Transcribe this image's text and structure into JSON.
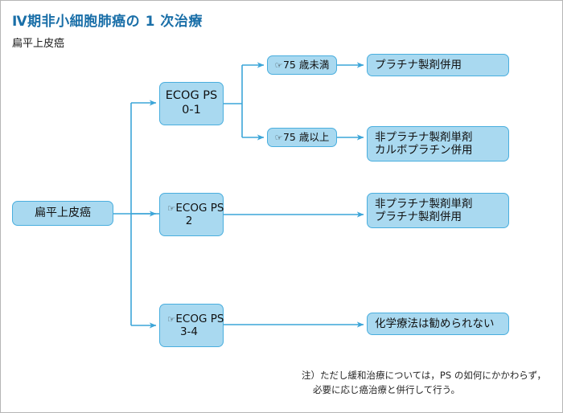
{
  "header": {
    "title": "Ⅳ期非小細胞肺癌の 1 次治療",
    "subtitle": "扁平上皮癌"
  },
  "colors": {
    "title_blue": "#1a6fa8",
    "node_fill": "#a9d9f0",
    "node_border": "#49aede",
    "connector": "#3ca5d8",
    "frame": "#b5b5b5"
  },
  "icons": {
    "pointing_hand": "☞"
  },
  "flow": {
    "root": {
      "label": "扁平上皮癌"
    },
    "branches": [
      {
        "id": "ps01",
        "line1": "ECOG PS",
        "line2": "0-1",
        "has_hand_icon": false,
        "children": [
          {
            "id": "under75",
            "label": "75 歳未満",
            "has_hand_icon": true,
            "outcome": {
              "id": "out1",
              "line1": "プラチナ製剤併用",
              "line2": ""
            }
          },
          {
            "id": "over75",
            "label": "75 歳以上",
            "has_hand_icon": true,
            "outcome": {
              "id": "out2",
              "line1": "非プラチナ製剤単剤",
              "line2": "カルボプラチン併用"
            }
          }
        ]
      },
      {
        "id": "ps2",
        "line1": "ECOG PS",
        "line2": "2",
        "has_hand_icon": true,
        "outcome": {
          "id": "out3",
          "line1": "非プラチナ製剤単剤",
          "line2": "プラチナ製剤併用"
        }
      },
      {
        "id": "ps34",
        "line1": "ECOG PS",
        "line2": "3-4",
        "has_hand_icon": true,
        "outcome": {
          "id": "out4",
          "line1": "化学療法は勧められない",
          "line2": ""
        }
      }
    ]
  },
  "footnote": {
    "line1": "注）ただし緩和治療については，PS の如何にかかわらず，",
    "line2": "必要に応じ癌治療と併行して行う。"
  }
}
